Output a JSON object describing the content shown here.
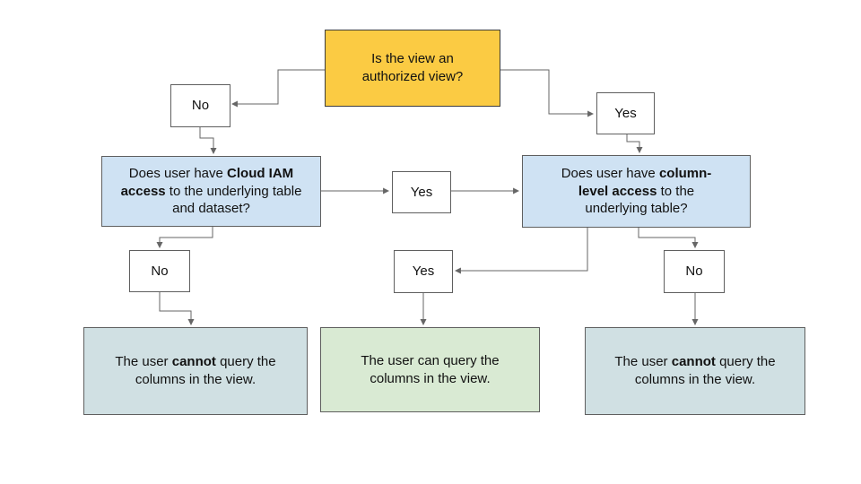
{
  "nodes": {
    "authorized_q": {
      "text": "Is the view an authorized view?"
    },
    "no_top": {
      "label": "No"
    },
    "yes_top": {
      "label": "Yes"
    },
    "iam_q": {
      "pre": "Does user have ",
      "bold": "Cloud IAM access",
      "post": " to the underlying table and dataset?"
    },
    "yes_mid": {
      "label": "Yes"
    },
    "col_q": {
      "pre": "Does user have ",
      "bold": "column-level access",
      "post": " to the underlying table?"
    },
    "no_left": {
      "label": "No"
    },
    "yes_bottom": {
      "label": "Yes"
    },
    "no_right": {
      "label": "No"
    },
    "result_cannot_left": {
      "pre": "The user ",
      "bold": "cannot",
      "post": " query the columns in the view."
    },
    "result_can": {
      "text": "The user can query the columns in the view."
    },
    "result_cannot_right": {
      "pre": "The user ",
      "bold": "cannot",
      "post": " query the columns in the view."
    }
  },
  "colors": {
    "root_fill": "#fbcb43",
    "question_fill": "#cfe2f3",
    "result_negative_fill": "#d0e0e3",
    "result_positive_fill": "#d9ead3",
    "line": "#666666"
  }
}
